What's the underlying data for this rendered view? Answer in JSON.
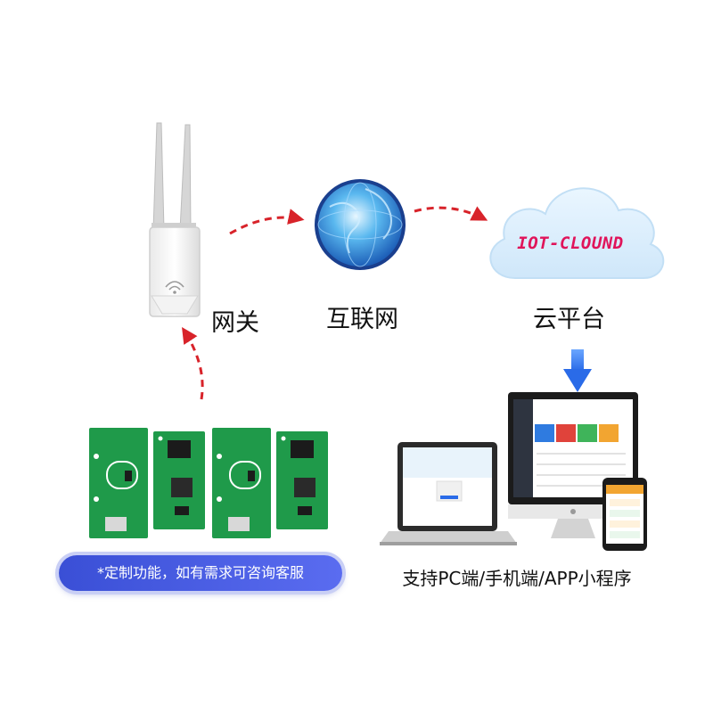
{
  "nodes": {
    "gateway": "网关",
    "internet": "互联网",
    "cloud": "云平台"
  },
  "cloud_name": "IOT-CLOUND",
  "clients_caption": "支持PC端/手机端/APP小程序",
  "custom_note": "*定制功能，如有需求可咨询客服",
  "colors": {
    "arrow": "#d8232a",
    "down_arrow": "#3a7ff0",
    "pcb_green": "#1f9a4a",
    "badge": "#4657e0",
    "cloud": "#dff0fb"
  },
  "icons": [
    "router-icon",
    "globe-icon",
    "cloud-icon",
    "pcb-module-icon",
    "laptop-icon",
    "monitor-icon",
    "phone-icon"
  ]
}
